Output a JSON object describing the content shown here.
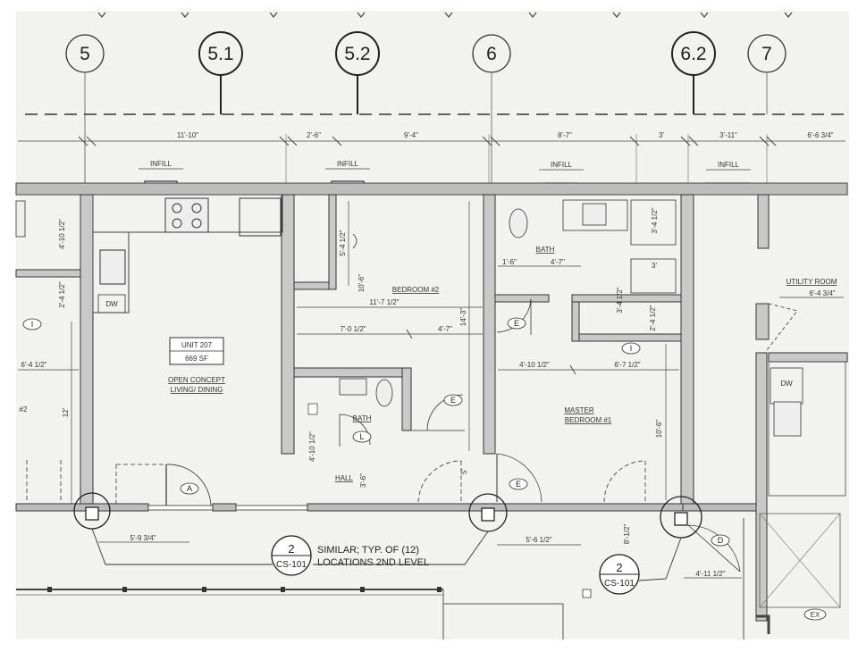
{
  "grid_lines": [
    "5",
    "5.1",
    "5.2",
    "6",
    "6.2",
    "7"
  ],
  "dimensions_top": {
    "d1": "11'-10\"",
    "d2": "2'-6\"",
    "d3": "9'-4\"",
    "d4": "8'-7\"",
    "d5": "3'",
    "d6": "3'-11\"",
    "d7": "6'-6 3/4\""
  },
  "infill_label": "INFILL",
  "unit_tag": {
    "name": "UNIT 207",
    "area": "669 SF"
  },
  "rooms": {
    "living": "OPEN CONCEPT",
    "living2": "LIVING/ DINING",
    "bedroom2": "BEDROOM #2",
    "bath": "BATH",
    "hall": "HALL",
    "master": "MASTER",
    "master2": "BEDROOM #1",
    "utility": "UTILITY ROOM",
    "dw": "DW",
    "door_tag_a": "A",
    "door_tag_e": "E",
    "door_tag_l": "L",
    "door_tag_i": "I",
    "door_tag_d": "D",
    "door_tag_ex": "EX",
    "left_label": "#2"
  },
  "interior_dims": {
    "bedroom_width": "11'-7 1/2\"",
    "bedroom_depth": "14'-3\"",
    "bedroom_sub1": "7'-0 1/2\"",
    "bedroom_sub2": "4'-7\"",
    "closet_h": "5'-4 1/2\"",
    "closet_w": "10'-6\"",
    "bath_top_a": "1'-6\"",
    "bath_top_b": "4'-7\"",
    "bath_side1": "3'-4 1/2\"",
    "bath_side2": "3'",
    "bath_side3": "3'-4 1/2\"",
    "bath_side4": "2'-4 1/2\"",
    "master_a": "4'-10 1/2\"",
    "master_b": "6'-7 1/2\"",
    "master_depth": "10'-6\"",
    "utility_w": "6'-4 3/4\"",
    "left_a": "4'-10 1/2\"",
    "left_b": "2'-4 1/2\"",
    "left_c": "6'-4 1/2\"",
    "left_d": "12'",
    "hall_a": "3'-6\"",
    "hall_b": "4'-10 1/2\"",
    "bottom_a": "5'-9 3/4\"",
    "bottom_b": "5'-6 1/2\"",
    "bottom_c": "4'-11 1/2\"",
    "bottom_d": "8'-1/2\"",
    "bottom_e": "5'"
  },
  "callout": {
    "number": "2",
    "sheet": "CS-101",
    "note_line1": "SIMILAR; TYP. OF (12)",
    "note_line2": "LOCATIONS 2ND LEVEL"
  },
  "callout2": {
    "number": "2",
    "sheet": "CS-101"
  }
}
